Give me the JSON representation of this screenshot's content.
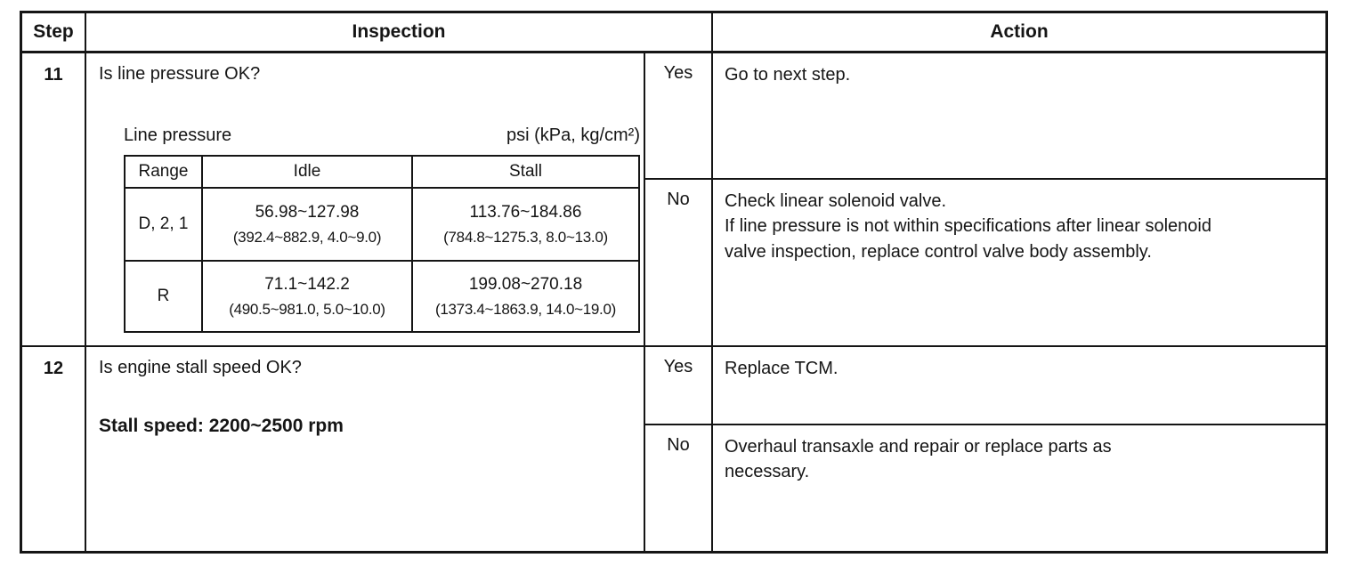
{
  "header": {
    "step": "Step",
    "inspection": "Inspection",
    "action": "Action"
  },
  "steps": [
    {
      "number": "11",
      "question": "Is line pressure OK?",
      "pressure_table": {
        "label": "Line pressure",
        "units": "psi (kPa, kg/cm²)",
        "columns": [
          "Range",
          "Idle",
          "Stall"
        ],
        "rows": [
          {
            "range": "D, 2, 1",
            "idle_value": "56.98~127.98",
            "idle_metric": "(392.4~882.9, 4.0~9.0)",
            "stall_value": "113.76~184.86",
            "stall_metric": "(784.8~1275.3, 8.0~13.0)"
          },
          {
            "range": "R",
            "idle_value": "71.1~142.2",
            "idle_metric": "(490.5~981.0, 5.0~10.0)",
            "stall_value": "199.08~270.18",
            "stall_metric": "(1373.4~1863.9, 14.0~19.0)"
          }
        ]
      },
      "yes_label": "Yes",
      "yes_action": "Go to next step.",
      "no_label": "No",
      "no_action_line1": "Check linear solenoid valve.",
      "no_action_line2": "If line pressure is not within specifications after linear solenoid valve inspection, replace control valve body assembly."
    },
    {
      "number": "12",
      "question": "Is engine stall speed OK?",
      "spec": "Stall speed:  2200~2500 rpm",
      "yes_label": "Yes",
      "yes_action": "Replace TCM.",
      "no_label": "No",
      "no_action": "Overhaul transaxle and repair or replace parts as necessary."
    }
  ],
  "colors": {
    "ink": "#151515",
    "paper": "#ffffff"
  }
}
